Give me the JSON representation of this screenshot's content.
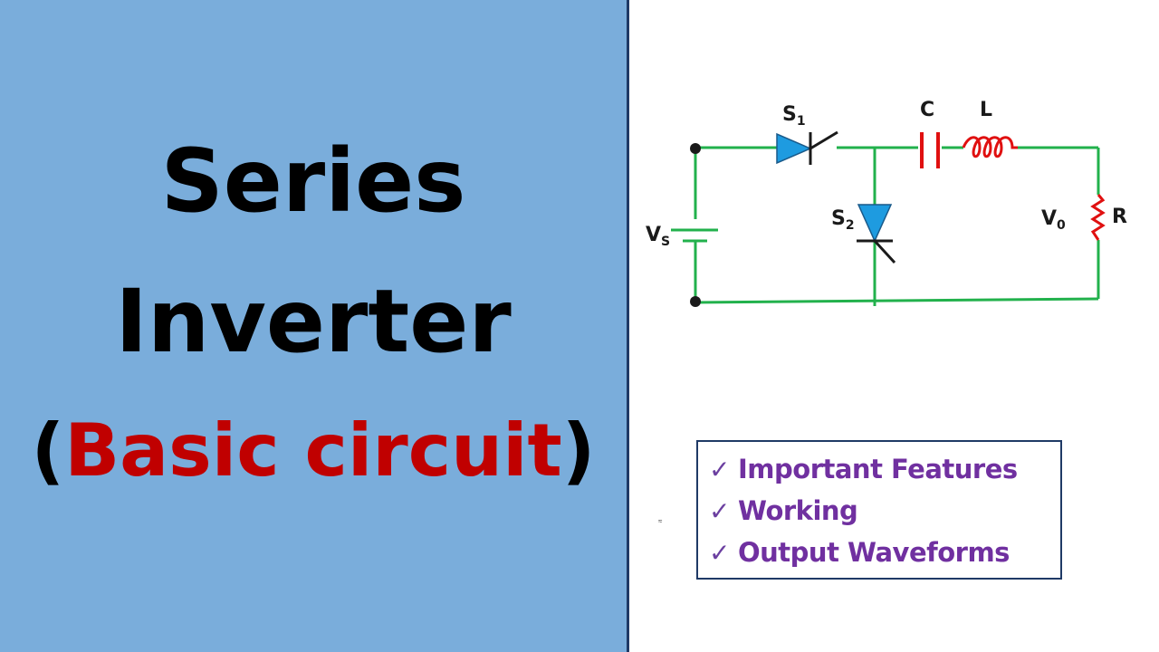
{
  "title": {
    "line1": "Series",
    "line2": "Inverter",
    "line3_open": "(",
    "line3_accent": "Basic circuit",
    "line3_close": ")"
  },
  "circuit": {
    "source_label": "V",
    "source_sub": "S",
    "switch1_label": "S",
    "switch1_sub": "1",
    "switch2_label": "S",
    "switch2_sub": "2",
    "capacitor_label": "C",
    "inductor_label": "L",
    "output_label": "V",
    "output_sub": "0",
    "resistor_label": "R"
  },
  "features": {
    "items": [
      {
        "check": "✓",
        "text": "Important Features"
      },
      {
        "check": "✓",
        "text": "Working"
      },
      {
        "check": "✓",
        "text": "Output Waveforms"
      }
    ]
  },
  "colors": {
    "panel": "#7aaddb",
    "wire": "#22b14c",
    "thyristor": "#1e9be0",
    "component": "#e01010",
    "accent_text": "#c00000",
    "feature_text": "#7030a0"
  },
  "mark": "≈"
}
